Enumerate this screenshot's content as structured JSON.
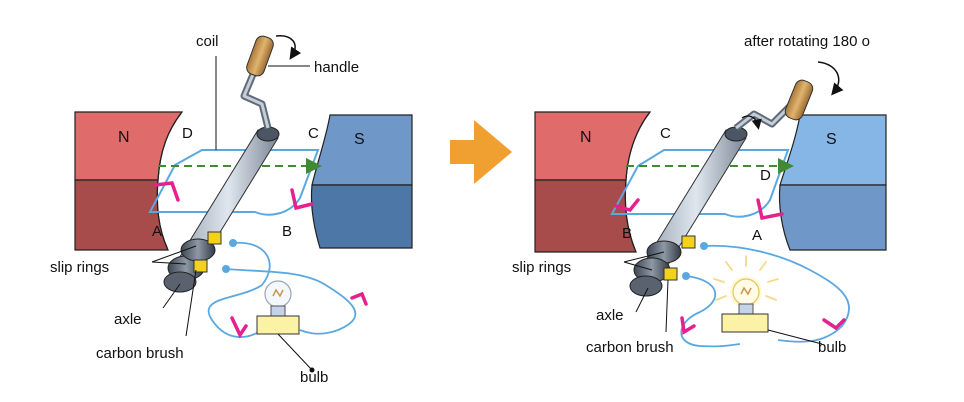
{
  "colors": {
    "north_magnet": "#e06b6b",
    "north_magnet_dark": "#a84b4b",
    "south_magnet": "#6f98c8",
    "south_magnet_dark": "#4d77a6",
    "south_magnet_light": "#86b6e6",
    "coil_wire": "#5aa8e0",
    "field_arrow": "#3f8a32",
    "current_marker": "#e6208c",
    "transition_arrow": "#f0a030",
    "brush": "#f3d21c",
    "bulb_base": "#fbf2a6",
    "handle_wood": "#c8964e"
  },
  "left": {
    "north_label": "N",
    "south_label": "S",
    "corner_a": "A",
    "corner_b": "B",
    "corner_c": "C",
    "corner_d": "D",
    "coil_label": "coil",
    "handle_label": "handle",
    "slip_rings_label": "slip rings",
    "axle_label": "axle",
    "carbon_brush_label": "carbon brush",
    "bulb_label": "bulb"
  },
  "right": {
    "caption": "after rotating 180 o",
    "north_label": "N",
    "south_label": "S",
    "corner_a": "A",
    "corner_b": "B",
    "corner_c": "C",
    "corner_d": "D",
    "slip_rings_label": "slip rings",
    "axle_label": "axle",
    "carbon_brush_label": "carbon brush",
    "bulb_label": "bulb"
  },
  "icons": {
    "transition": "right-arrow-icon",
    "rotation": "curved-arrow-icon",
    "bulb_glow": "light-rays-icon"
  }
}
